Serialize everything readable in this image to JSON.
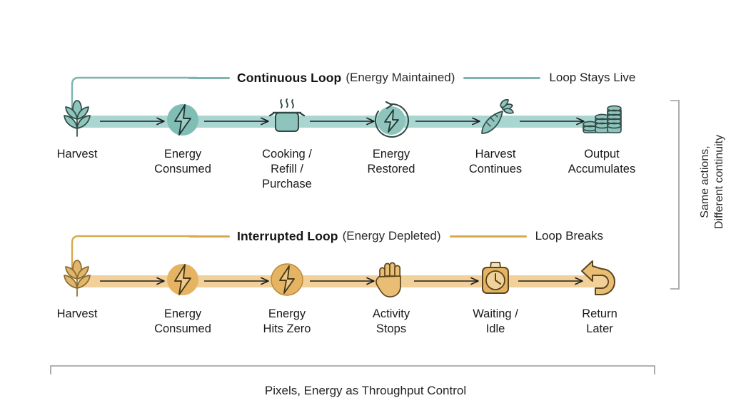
{
  "figure": {
    "caption": "Pixels, Energy as Throughput Control",
    "side_note": "Same actions,\nDifferent continuity"
  },
  "colors": {
    "teal_band": "#a9d6d0",
    "teal_stroke": "#6aa9a2",
    "teal_fill": "#80bdb5",
    "teal_header_rule": "#7fb4ae",
    "amber_band": "#f2d09a",
    "amber_stroke": "#cf9f43",
    "amber_fill": "#e4b463",
    "amber_header_rule": "#d8a94f",
    "ink": "#1d1d1d",
    "bracket": "#8b8b8b",
    "background": "#ffffff"
  },
  "rows": [
    {
      "id": "continuous",
      "title": "Continuous Loop",
      "subtitle": "(Energy Maintained)",
      "tail": "Loop Stays Live",
      "accent": "teal",
      "nodes": [
        {
          "label": "Harvest",
          "icon": "wheat-icon"
        },
        {
          "label": "Energy\nConsumed",
          "icon": "bolt-circle-icon"
        },
        {
          "label": "Cooking /\nRefill /\nPurchase",
          "icon": "cooking-pot-icon"
        },
        {
          "label": "Energy\nRestored",
          "icon": "bolt-refresh-icon"
        },
        {
          "label": "Harvest\nContinues",
          "icon": "carrot-icon"
        },
        {
          "label": "Output\nAccumulates",
          "icon": "coin-stacks-icon"
        }
      ]
    },
    {
      "id": "interrupted",
      "title": "Interrupted Loop",
      "subtitle": "(Energy Depleted)",
      "tail": "Loop Breaks",
      "accent": "amber",
      "nodes": [
        {
          "label": "Harvest",
          "icon": "wheat-icon"
        },
        {
          "label": "Energy\nConsumed",
          "icon": "bolt-circle-icon"
        },
        {
          "label": "Energy\nHits Zero",
          "icon": "bolt-circle-icon"
        },
        {
          "label": "Activity\nStops",
          "icon": "hand-stop-icon"
        },
        {
          "label": "Waiting /\nIdle",
          "icon": "alarm-clock-icon"
        },
        {
          "label": "Return\nLater",
          "icon": "u-turn-arrow-icon"
        }
      ]
    }
  ]
}
